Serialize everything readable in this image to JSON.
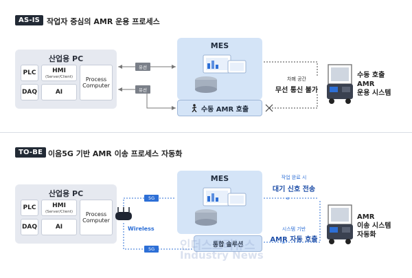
{
  "as_is": {
    "tag": "AS-IS",
    "title": "작업자 중심의 AMR 운용 프로세스",
    "pc": {
      "title": "산업용 PC",
      "plc": "PLC",
      "daq": "DAQ",
      "hmi": "HMI",
      "hmi_sub": "(Server/Client)",
      "ai": "AI",
      "process": "Process Computer"
    },
    "mes_title": "MES",
    "wire1": "유선",
    "wire2": "유선",
    "manual_call": "수동 AMR 호출",
    "blocked_small": "차폐 공간",
    "blocked_big": "무선 통신 불가",
    "amr_label": [
      "수동 호출",
      "AMR",
      "운용 시스템"
    ]
  },
  "to_be": {
    "tag": "TO-BE",
    "title": "이음5G 기반 AMR 이송 프로세스 자동화",
    "pc": {
      "title": "산업용 PC",
      "plc": "PLC",
      "daq": "DAQ",
      "hmi": "HMI",
      "hmi_sub": "(Server/Client)",
      "ai": "AI",
      "process": "Process Computer"
    },
    "mes_title": "MES",
    "link1": "5G",
    "link2": "5G",
    "wireless": "Wireless",
    "integrated": "통합 솔루션",
    "done_small": "작업 완료 시",
    "done_big": "대기 신호 전송",
    "sys_small": "시스템 기반",
    "sys_big": "AMR 자동 호출",
    "amr_label": [
      "AMR",
      "이송 시스템",
      "자동화"
    ]
  },
  "watermark": [
    "인더스트리뉴스",
    "Industry News"
  ],
  "colors": {
    "accent": "#2d6fd6",
    "panel": "#e6e9f0",
    "mes": "#d4e4f7",
    "tag": "#222a35"
  }
}
